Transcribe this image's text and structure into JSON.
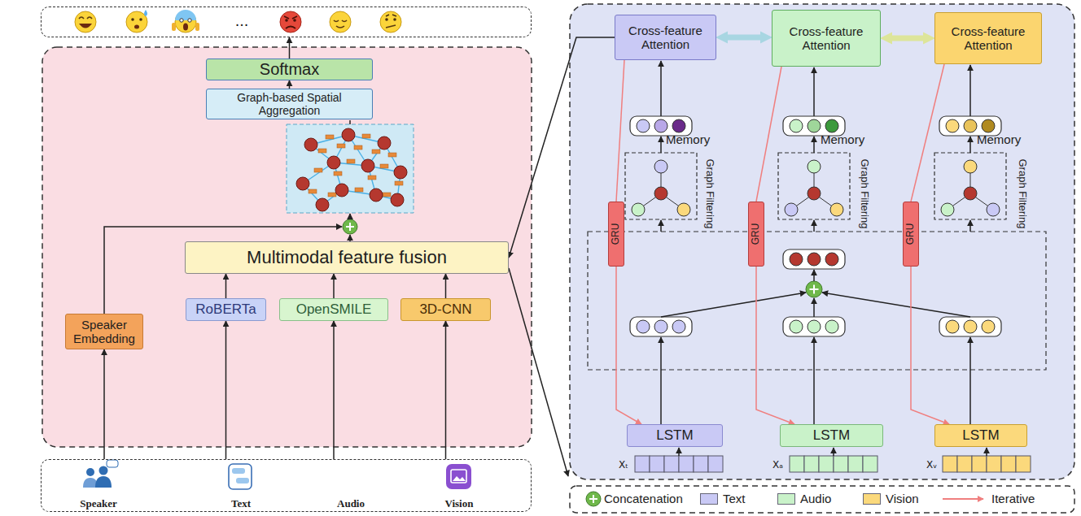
{
  "diagram": {
    "nodes": [
      {
        "text": [
          "..."
        ]
      },
      {
        "text": [
          "Softmax"
        ]
      },
      {
        "text": [
          "Graph-based Spatial Aggregation"
        ]
      },
      {
        "text": [
          "Multimodal feature fusion"
        ]
      },
      {
        "text": [
          "Speaker Embedding"
        ]
      },
      {
        "text": [
          "RoBERTa"
        ]
      },
      {
        "text": [
          "OpenSMILE"
        ]
      },
      {
        "text": [
          "3D-CNN"
        ]
      },
      {
        "text": [
          "Speaker",
          "Text",
          "Audio",
          "Vision"
        ]
      },
      {
        "text": [
          "Cross-feature Attention"
        ]
      },
      {
        "text": [
          "Cross-feature Attention"
        ]
      },
      {
        "text": [
          "Cross-feature Attention"
        ]
      },
      {
        "text": [
          "GRU"
        ]
      },
      {
        "text": [
          "GRU"
        ]
      },
      {
        "text": [
          "GRU"
        ]
      },
      {
        "text": [
          "LSTM"
        ]
      },
      {
        "text": [
          "LSTM"
        ]
      },
      {
        "text": [
          "LSTM"
        ]
      }
    ],
    "edges": [
      {
        "from": 1,
        "to": 0,
        "arrow": "to"
      },
      {
        "from": 2,
        "to": 1,
        "arrow": "to"
      },
      {
        "from": 5,
        "to": 3,
        "arrow": "to"
      },
      {
        "from": 6,
        "to": 3,
        "arrow": "to"
      },
      {
        "from": 7,
        "to": 3,
        "arrow": "to"
      },
      {
        "from": 8,
        "to": 4,
        "arrow": "to"
      },
      {
        "from": 8,
        "to": 5,
        "arrow": "to"
      },
      {
        "from": 8,
        "to": 6,
        "arrow": "to"
      },
      {
        "from": 8,
        "to": 7,
        "arrow": "to"
      },
      {
        "from": 9,
        "to": 3,
        "arrow": "to"
      },
      {
        "from": 9,
        "to": 10,
        "arrow": "both"
      },
      {
        "from": 10,
        "to": 11,
        "arrow": "both"
      },
      {
        "from": 9,
        "to": 12,
        "arrow": "none"
      },
      {
        "from": 12,
        "to": 15,
        "arrow": "to"
      },
      {
        "from": 10,
        "to": 13,
        "arrow": "none"
      },
      {
        "from": 13,
        "to": 16,
        "arrow": "to"
      },
      {
        "from": 11,
        "to": 14,
        "arrow": "none"
      },
      {
        "from": 14,
        "to": 17,
        "arrow": "to"
      }
    ],
    "labels": [
      "Memory",
      "Memory",
      "Memory",
      "Graph Filtering",
      "Graph Filtering",
      "Graph Filtering",
      "Xₜ",
      "Xₐ",
      "Xᵥ"
    ],
    "legend": [
      {
        "text": "Concatenation"
      },
      {
        "text": "Text",
        "color": "#c9c9f5"
      },
      {
        "text": "Audio",
        "color": "#c9f2c9"
      },
      {
        "text": "Vision",
        "color": "#fbd97c"
      },
      {
        "text": "Iterative"
      }
    ]
  }
}
